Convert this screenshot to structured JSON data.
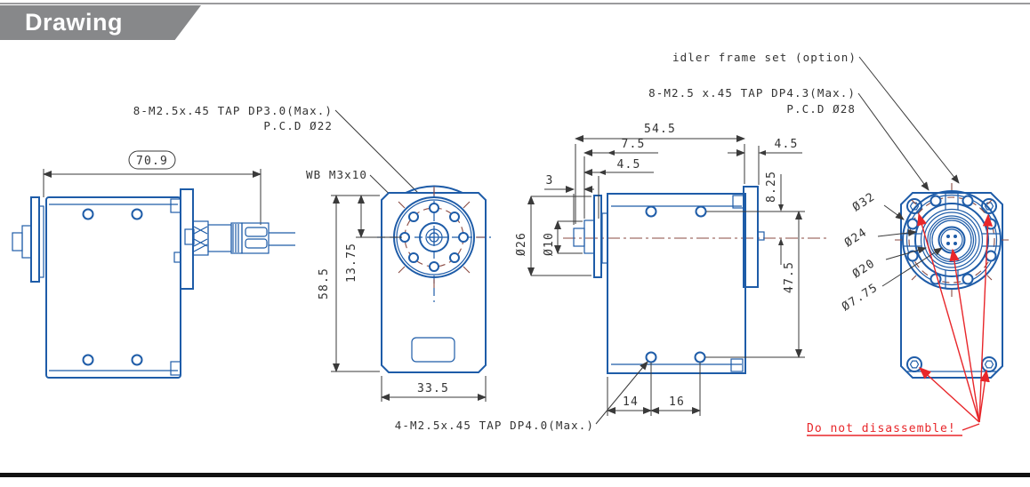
{
  "header": {
    "title": "Drawing"
  },
  "side_view_left": {
    "overall_length": "70.9"
  },
  "front_view": {
    "tap_label": "8-M2.5x.45 TAP DP3.0(Max.)",
    "pcd_label": "P.C.D Ø22",
    "wb_label": "WB M3x10",
    "height": "58.5",
    "horn_center": "13.75",
    "width": "33.5"
  },
  "side_view_right": {
    "length": "54.5",
    "front_offset": "7.5",
    "flange_thickness": "4.5",
    "shaft_protrusion": "3",
    "rear_flange_thickness": "4.5",
    "hole_to_center": "8.25",
    "hole_span": "47.5",
    "hole_pitch_a": "14",
    "hole_pitch_b": "16",
    "flange_dia": "Ø26",
    "shaft_dia": "Ø10",
    "tap_label": "4-M2.5x.45 TAP DP4.0(Max.)"
  },
  "back_view": {
    "idler_label": "idler frame set (option)",
    "tap_label": "8-M2.5 x.45 TAP DP4.3(Max.)",
    "pcd_label": "P.C.D Ø28",
    "dia_outer": "Ø32",
    "dia_mid": "Ø24",
    "dia_inner": "Ø20",
    "dia_center": "Ø7.75",
    "warning": "Do not disassemble!"
  },
  "colors": {
    "line_blue": "#1E5CA8",
    "centerline_brown": "#8A4A42",
    "warning_red": "#E8262A",
    "dim_gray": "#3A3A3A",
    "banner_gray": "#87888A"
  }
}
